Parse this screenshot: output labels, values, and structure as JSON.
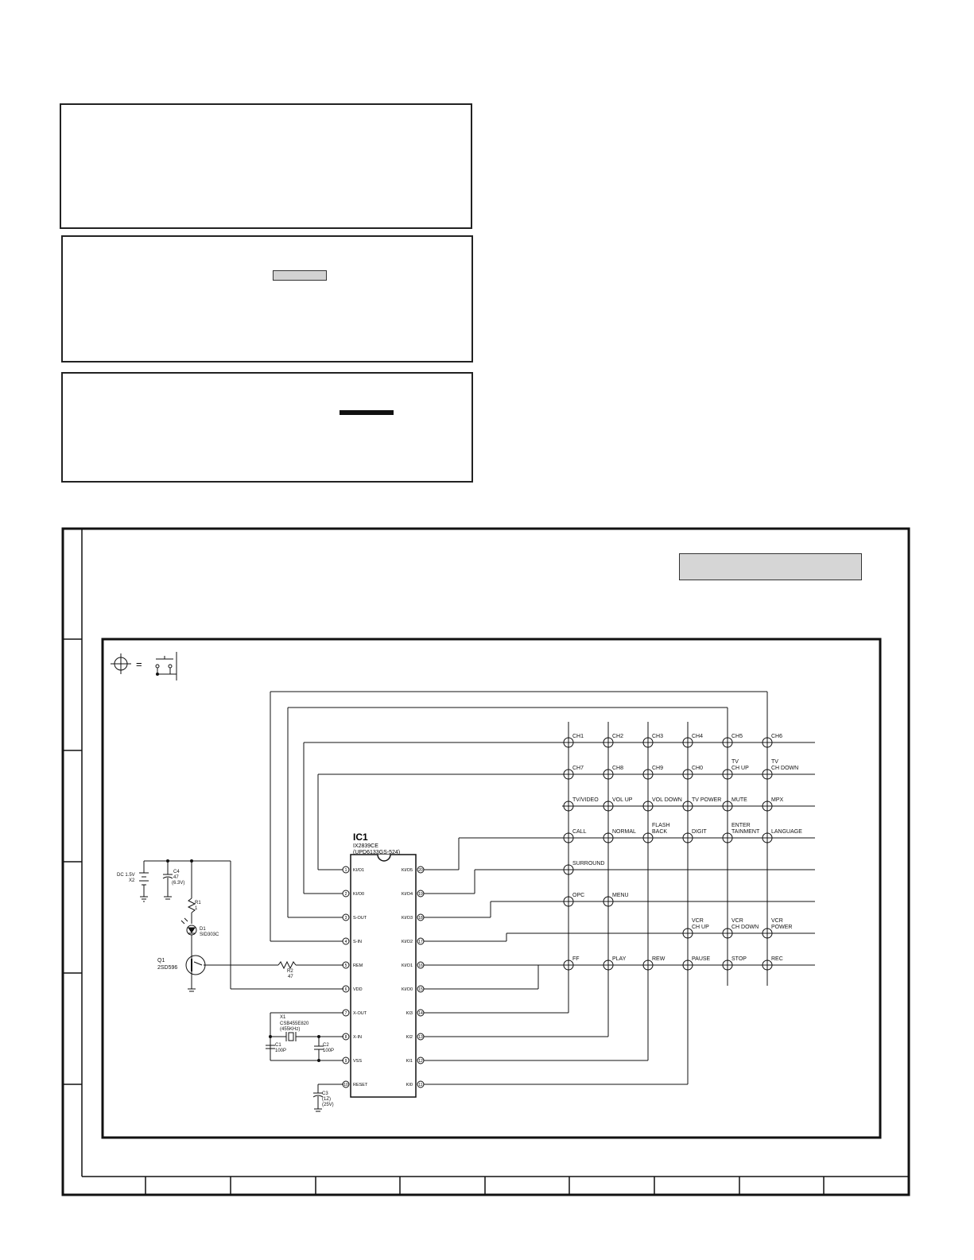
{
  "ic": {
    "ref": "IC1",
    "part": "IX2839CE",
    "code": "(UPD6133GS-524)",
    "left_pins": [
      {
        "num": "1",
        "name": "KI/O1"
      },
      {
        "num": "2",
        "name": "KI/O0"
      },
      {
        "num": "3",
        "name": "S-OUT"
      },
      {
        "num": "4",
        "name": "S-IN"
      },
      {
        "num": "5",
        "name": "REM"
      },
      {
        "num": "6",
        "name": "VDD"
      },
      {
        "num": "7",
        "name": "X-OUT"
      },
      {
        "num": "8",
        "name": "X-IN"
      },
      {
        "num": "9",
        "name": "VSS"
      },
      {
        "num": "10",
        "name": "RESET"
      }
    ],
    "right_pins": [
      {
        "num": "20",
        "name": "KI/O5"
      },
      {
        "num": "19",
        "name": "KI/O4"
      },
      {
        "num": "18",
        "name": "KI/O3"
      },
      {
        "num": "17",
        "name": "KI/O2"
      },
      {
        "num": "16",
        "name": "KI/O1"
      },
      {
        "num": "15",
        "name": "KI/O0"
      },
      {
        "num": "14",
        "name": "KI3"
      },
      {
        "num": "13",
        "name": "KI2"
      },
      {
        "num": "12",
        "name": "KI1"
      },
      {
        "num": "11",
        "name": "KI0"
      }
    ]
  },
  "keys": [
    [
      "CH1",
      "CH2",
      "CH3",
      "CH4",
      "CH5",
      "CH6"
    ],
    [
      "CH7",
      "CH8",
      "CH9",
      "CH0",
      "TV\nCH  UP",
      "TV\nCH  DOWN"
    ],
    [
      "TV/VIDEO",
      "VOL  UP",
      "VOL  DOWN",
      "TV  POWER",
      "MUTE",
      "MPX"
    ],
    [
      "CALL",
      "NORMAL",
      "FLASH\nBACK",
      "DIGIT",
      "ENTER\nTAINMENT",
      "LANGUAGE"
    ],
    [
      "SURROUND",
      "",
      "",
      "",
      "",
      ""
    ],
    [
      "OPC",
      "MENU",
      "",
      "",
      "",
      ""
    ],
    [
      "",
      "",
      "",
      "VCR\nCH  UP",
      "VCR\nCH  DOWN",
      "VCR\nPOWER"
    ],
    [
      "FF",
      "PLAY",
      "REW",
      "PAUSE",
      "STOP",
      "REC"
    ]
  ],
  "components": {
    "battery": {
      "label": "DC  1.5V",
      "sub": "X2"
    },
    "c4": {
      "ref": "C4",
      "value": "47",
      "rating": "(6.3V)"
    },
    "r1": {
      "ref": "R1",
      "value": "1"
    },
    "d1": {
      "ref": "D1",
      "value": "SID303C"
    },
    "q1": {
      "ref": "Q1",
      "value": "2SD596"
    },
    "r2": {
      "ref": "R2",
      "value": "47"
    },
    "x1": {
      "ref": "X1",
      "value": "CSB455E820",
      "freq": "(455KHz)"
    },
    "c1": {
      "ref": "C1",
      "value": "100P"
    },
    "c2": {
      "ref": "C2",
      "value": "100P"
    },
    "c3": {
      "ref": "C3",
      "value": "(1Z)",
      "rating": "(25V)"
    }
  },
  "legend": {
    "equals": "="
  }
}
